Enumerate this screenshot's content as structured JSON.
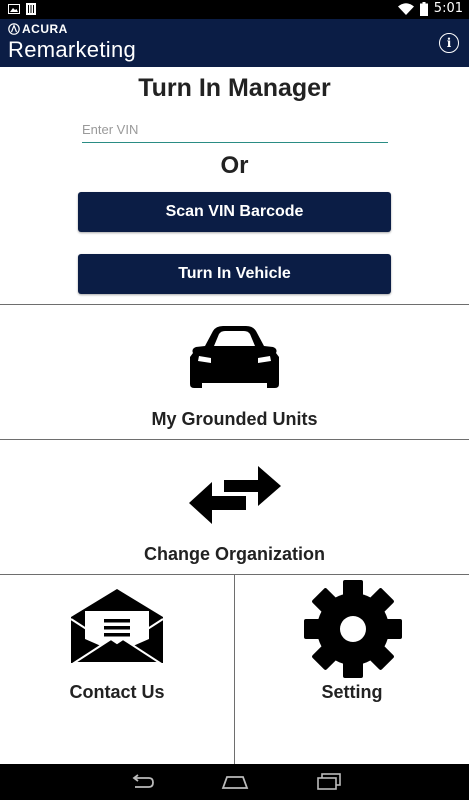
{
  "status_bar": {
    "time": "5:01",
    "icons": [
      "image-icon",
      "sim-icon",
      "wifi-icon",
      "battery-icon"
    ]
  },
  "app_bar": {
    "brand": "ACURA",
    "title": "Remarketing",
    "info_icon": "info-icon"
  },
  "main": {
    "title": "Turn In Manager",
    "vin_input": {
      "placeholder": "Enter VIN",
      "value": ""
    },
    "or_label": "Or",
    "scan_button": "Scan VIN Barcode",
    "turn_in_button": "Turn In Vehicle"
  },
  "tiles": {
    "grounded": {
      "label": "My Grounded Units",
      "icon": "car-icon"
    },
    "organization": {
      "label": "Change Organization",
      "icon": "swap-arrows-icon"
    },
    "contact": {
      "label": "Contact Us",
      "icon": "envelope-icon"
    },
    "setting": {
      "label": "Setting",
      "icon": "gear-icon"
    }
  },
  "colors": {
    "brand_navy": "#0b1d45",
    "input_underline": "#2a8c84",
    "divider": "#6e6e6e"
  },
  "nav_bar": {
    "buttons": [
      "back-icon",
      "home-icon",
      "recents-icon"
    ]
  }
}
